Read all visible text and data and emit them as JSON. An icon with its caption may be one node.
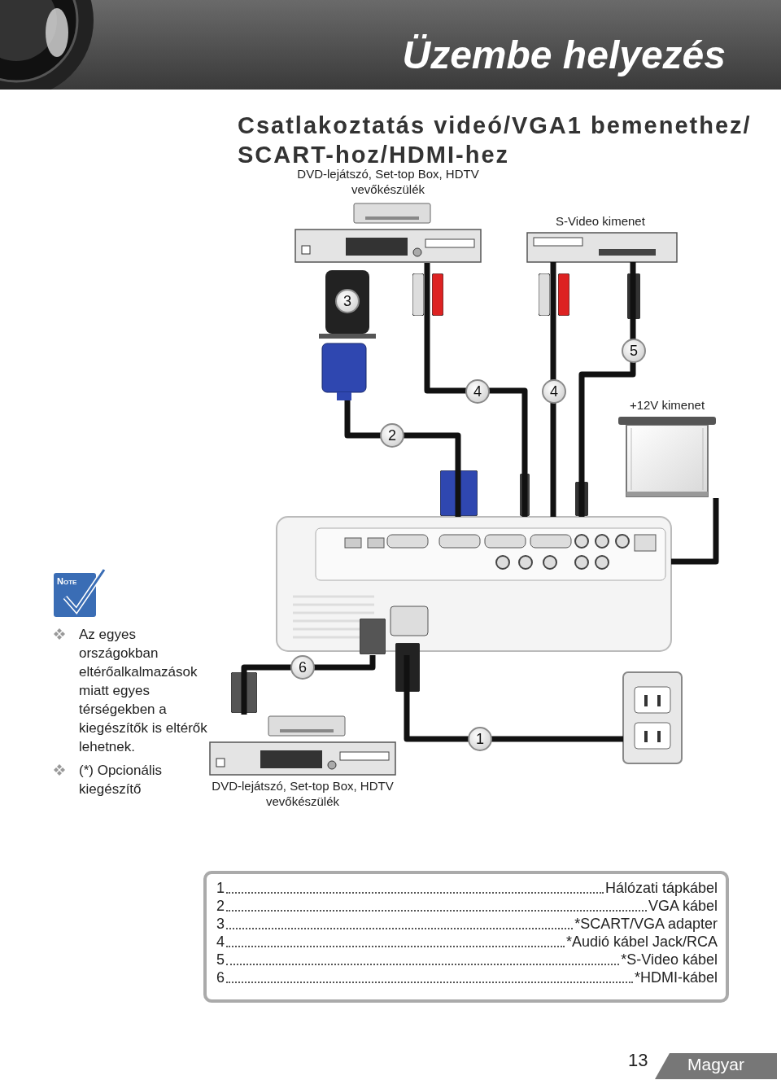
{
  "diagram": {
    "title": "Üzembe helyezés",
    "nodes": [
      {
        "text": [],
        "shape": "picture",
        "beside": [
          "DVD-lejátszó, Set-top Box, HDTV vevőkészülék"
        ]
      },
      {
        "text": [],
        "shape": "picture",
        "beside": [
          "S-Video kimenet"
        ]
      },
      {
        "text": [
          "3"
        ]
      },
      {
        "text": [],
        "shape": "picture",
        "beside": [
          "+12V kimenet"
        ]
      },
      {
        "text": [],
        "shape": "picture"
      },
      {
        "text": [],
        "shape": "picture",
        "beside": [
          "DVD-lejátszó, Set-top Box, HDTV vevőkészülék"
        ]
      },
      {
        "text": [],
        "shape": "picture"
      }
    ],
    "edges": [
      {
        "from": 2,
        "to": 4,
        "arrow": "none",
        "label": "2"
      },
      {
        "from": 0,
        "to": 4,
        "arrow": "none",
        "label": "4"
      },
      {
        "from": 1,
        "to": 4,
        "arrow": "none",
        "label": "4"
      },
      {
        "from": 1,
        "to": 4,
        "arrow": "none",
        "label": "5"
      },
      {
        "from": 4,
        "to": 3,
        "arrow": "none"
      },
      {
        "from": 5,
        "to": 4,
        "arrow": "none",
        "label": "6"
      },
      {
        "from": 4,
        "to": 6,
        "arrow": "none",
        "label": "1"
      }
    ],
    "labels": [
      "Csatlakoztatás videó/VGA1 bemenethez/ SCART-hoz/HDMI-hez",
      "Note",
      "Az egyes országokban eltérőalkalmazások miatt egyes térségekben a kiegészítők is eltérők lehetnek.",
      "(*) Opcionális kiegészítő",
      "1",
      "Hálózati tápkábel",
      "2",
      "VGA kábel",
      "3",
      "*SCART/VGA adapter",
      "4",
      "*Audió kábel Jack/RCA",
      "5",
      "*S-Video kábel",
      "6",
      "*HDMI-kábel",
      "13",
      "Magyar"
    ]
  }
}
